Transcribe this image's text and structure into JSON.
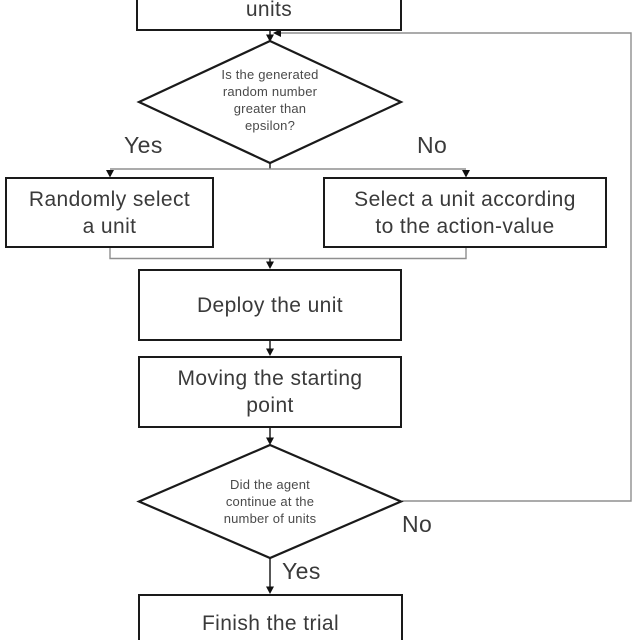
{
  "diagram_type": "flowchart",
  "colors": {
    "background": "#ffffff",
    "shape_border": "#1a1a1a",
    "connector_gray": "#8f8f8f",
    "connector_dark": "#2e2e2e",
    "arrowhead": "#111111",
    "text": "#3a3a3a",
    "decision_text": "#4a4a4a"
  },
  "nodes": {
    "top_process": {
      "label": "units"
    },
    "decision_epsilon": {
      "label": [
        "Is the generated",
        "random number",
        "greater than",
        "epsilon?"
      ]
    },
    "random_select": {
      "label": [
        "Randomly select",
        "a unit"
      ]
    },
    "action_value_select": {
      "label": [
        "Select a unit according",
        "to the action-value"
      ]
    },
    "deploy": {
      "label": "Deploy the unit"
    },
    "moving": {
      "label": [
        "Moving the starting",
        "point"
      ]
    },
    "decision_continue": {
      "label": [
        "Did the agent",
        "continue at the",
        "number of units"
      ]
    },
    "finish": {
      "label": "Finish the trial"
    }
  },
  "edge_labels": {
    "epsilon_yes": "Yes",
    "epsilon_no": "No",
    "continue_no": "No",
    "continue_yes": "Yes"
  }
}
